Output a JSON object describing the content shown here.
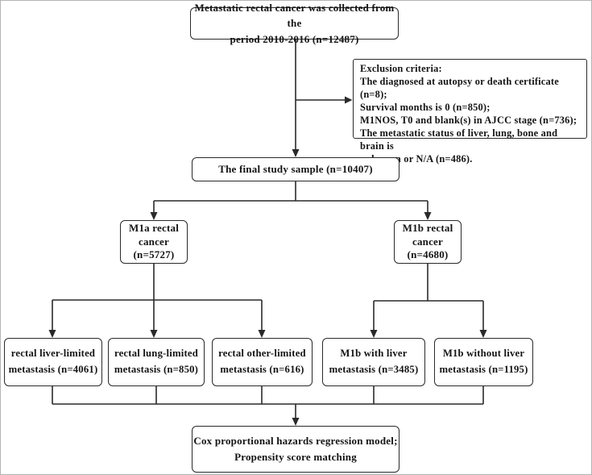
{
  "page": {
    "background": "#ffffff",
    "border_color": "#b4b4b4"
  },
  "flowchart": {
    "colors": {
      "line": "#2a2a2a",
      "box_border": "#2a2a2a",
      "text": "#141414"
    },
    "nodes": {
      "source": {
        "text": "Metastatic rectal cancer was collected from the\nperiod 2010-2016 (n=12487)"
      },
      "exclusion": {
        "text": "Exclusion criteria:\nThe diagnosed at autopsy or death certificate (n=8);\nSurvival months is 0 (n=850);\nM1NOS, T0 and blank(s) in AJCC stage (n=736);\nThe metastatic status of liver, lung, bone and brain is\nunknown or N/A (n=486)."
      },
      "final_sample": {
        "text": "The final study sample (n=10407)"
      },
      "m1a": {
        "text": "M1a rectal\ncancer\n(n=5727)"
      },
      "m1b": {
        "text": "M1b rectal\ncancer\n(n=4680)"
      },
      "liver_limited": {
        "text": "rectal liver-limited\nmetastasis (n=4061)"
      },
      "lung_limited": {
        "text": "rectal lung-limited\nmetastasis (n=850)"
      },
      "other_limited": {
        "text": "rectal other-limited\nmetastasis (n=616)"
      },
      "m1b_with_liver": {
        "text": "M1b with liver\nmetastasis (n=3485)"
      },
      "m1b_without_liver": {
        "text": "M1b without liver\nmetastasis (n=1195)"
      },
      "analysis": {
        "text": "Cox proportional hazards regression model;\nPropensity score matching"
      }
    }
  }
}
